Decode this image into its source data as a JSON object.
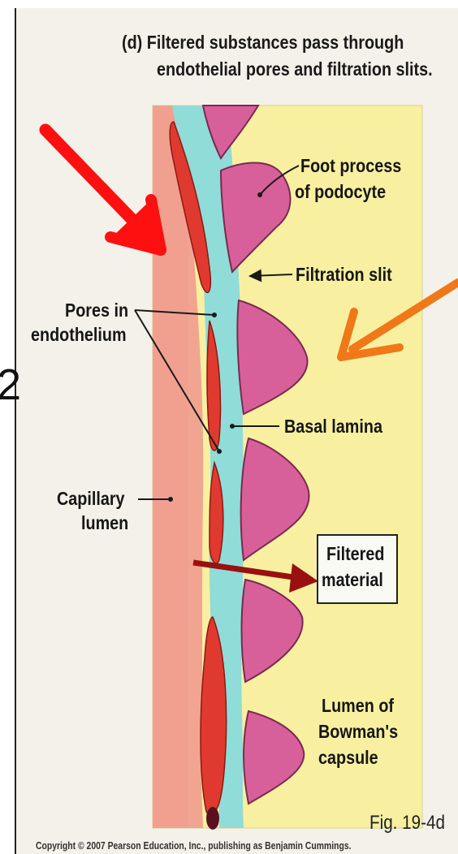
{
  "title": {
    "line1": "(d) Filtered substances pass through",
    "line2": "endothelial pores and filtration slits."
  },
  "labels": {
    "foot_process": "Foot process",
    "of_podocyte": "of podocyte",
    "filtration_slit": "Filtration slit",
    "pores_in": "Pores in",
    "endothelium": "endothelium",
    "basal_lamina": "Basal lamina",
    "capillary": "Capillary",
    "lumen": "lumen",
    "filtered": "Filtered",
    "material": "material",
    "lumen_of": "Lumen of",
    "bowmans": "Bowman's",
    "capsule": "capsule"
  },
  "stray_text": "2",
  "figure_number": "Fig. 19-4d",
  "copyright": "Copyright © 2007 Pearson Education, Inc., publishing as Benjamin Cummings.",
  "colors": {
    "capillary_lumen": "#f0a090",
    "endothelium": "#e03a30",
    "basal_lamina": "#8fdcd8",
    "bowmans_space": "#f8f0a0",
    "podocyte": "#d8609a",
    "red_arrow": "#ff1010",
    "orange_arrow": "#f07818",
    "filtration_arrow": "#9a1010"
  }
}
